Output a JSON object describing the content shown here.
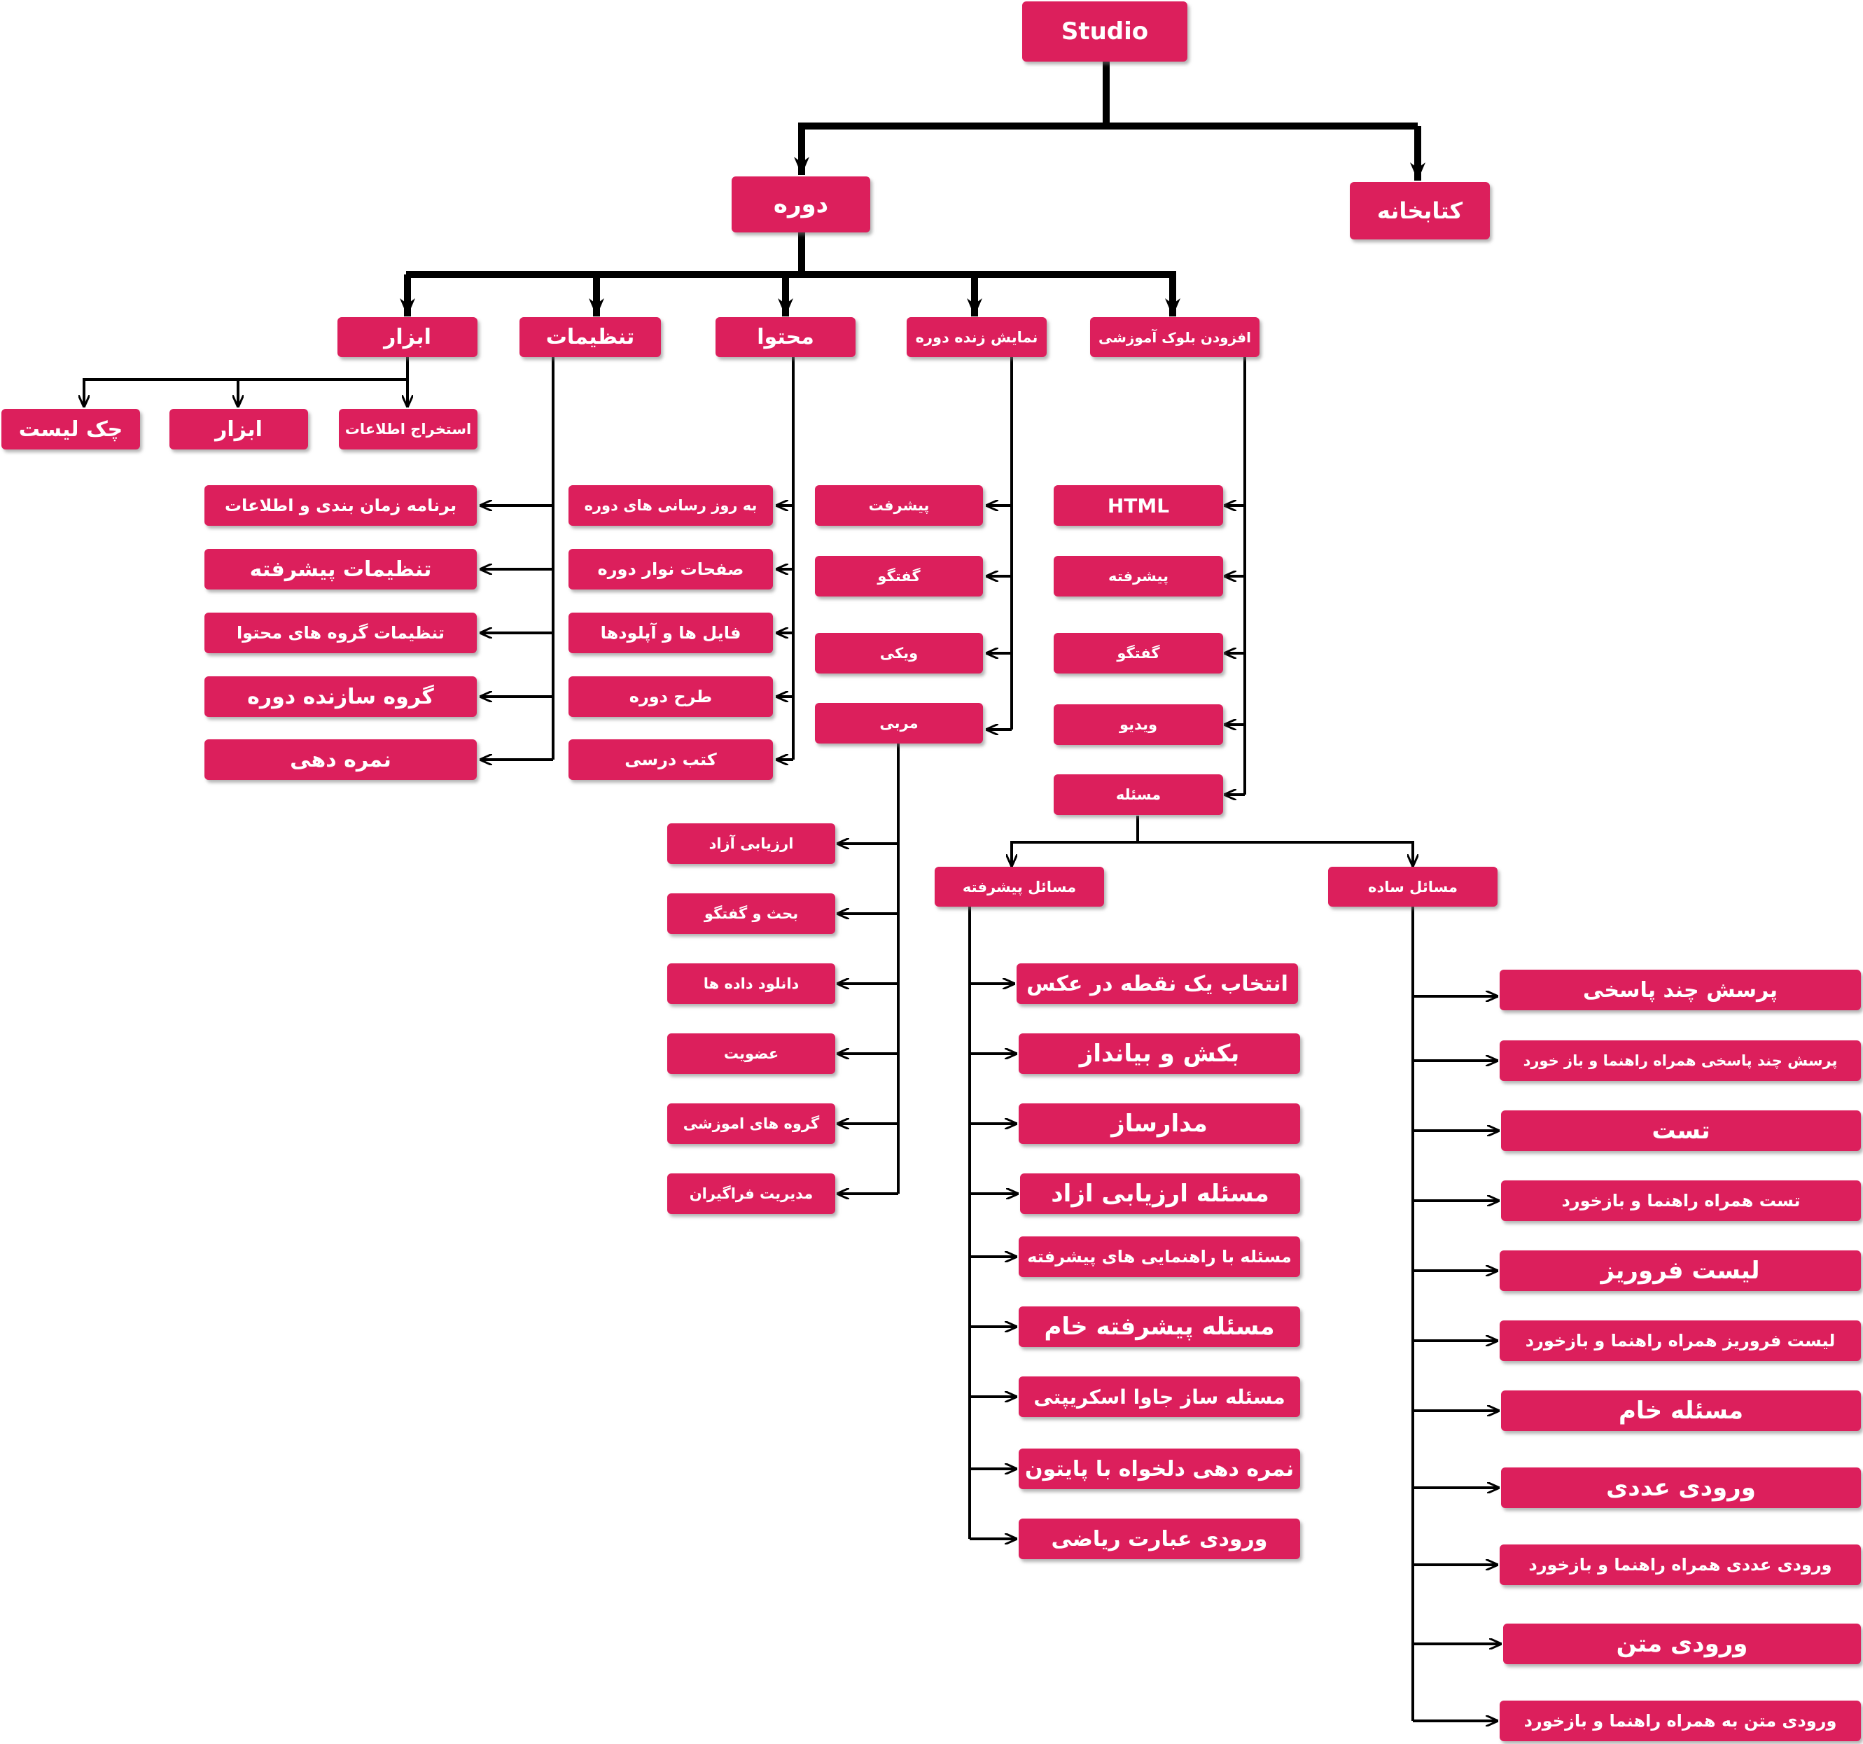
{
  "colors": {
    "node": "#dc1f5c",
    "text": "#ffffff",
    "connector": "#000000",
    "background": "#ffffff"
  },
  "nodes": {
    "studio": "Studio",
    "library": "کتابخانه",
    "course": "دوره",
    "tools": "ابزار",
    "settings": "تنظیمات",
    "content": "محتوا",
    "live": "نمایش زنده دوره",
    "addblock": "افزودن بلوک آموزشی",
    "checklist": "چک لیست",
    "tools_tool": "ابزار",
    "data_extract": "استخراج اطلاعات",
    "schedule": "برنامه زمان بندی و اطلاعات",
    "adv_settings": "تنظیمات پیشرفته",
    "content_groups": "تنظیمات گروه های محتوا",
    "course_team": "گروه سازنده دوره",
    "grading": "نمره دهی",
    "updates": "به روز رسانی های دوره",
    "tab_pages": "صفحات نوار دوره",
    "files": "فایل ها و آپلودها",
    "outline": "طرح دوره",
    "textbooks": "کتب درسی",
    "live_progress": "پیشرفت",
    "live_discussion": "گفتگو",
    "live_wiki": "ویکی",
    "live_instructor": "مربی",
    "open_assessment": "ارزیابی آزاد",
    "discussion_debate": "بحث و گفتگو",
    "data_download": "دانلود داده ها",
    "membership": "عضویت",
    "study_groups": "گروه های اموزشی",
    "learner_mgmt": "مدیریت فراگیران",
    "block_html": "HTML",
    "block_advanced": "پیشرفته",
    "block_discussion": "گفتگو",
    "block_video": "ویدیو",
    "block_problem": "مسئله",
    "adv_problems": "مسائل پیشرفته",
    "simple_problems": "مسائل ساده",
    "adv_1": "انتخاب یک نقطه در عکس",
    "adv_2": "بکش و بیانداز",
    "adv_3": "مدارساز",
    "adv_4": "مسئله ارزیابی ازاد",
    "adv_5": "مسئله با راهنمایی های پیشرفته",
    "adv_6": "مسئله پیشرفته خام",
    "adv_7": "مسئله ساز جاوا اسکریپتی",
    "adv_8": "نمره دهی دلخواه با پایتون",
    "adv_9": "ورودی عبارت ریاضی",
    "simple_1": "پرسش چند پاسخی",
    "simple_2": "پرسش چند پاسخی همراه راهنما و باز خورد",
    "simple_3": "تست",
    "simple_4": "تست همراه راهنما و بازخورد",
    "simple_5": "لیست فروریز",
    "simple_6": "لیست فروریز همراه راهنما و بازخورد",
    "simple_7": "مسئله خام",
    "simple_8": "ورودی عددی",
    "simple_9": "ورودی عددی همراه راهنما و بازخورد",
    "simple_10": "ورودی متن",
    "simple_11": "ورودی متن به همراه راهنما و بازخورد"
  }
}
